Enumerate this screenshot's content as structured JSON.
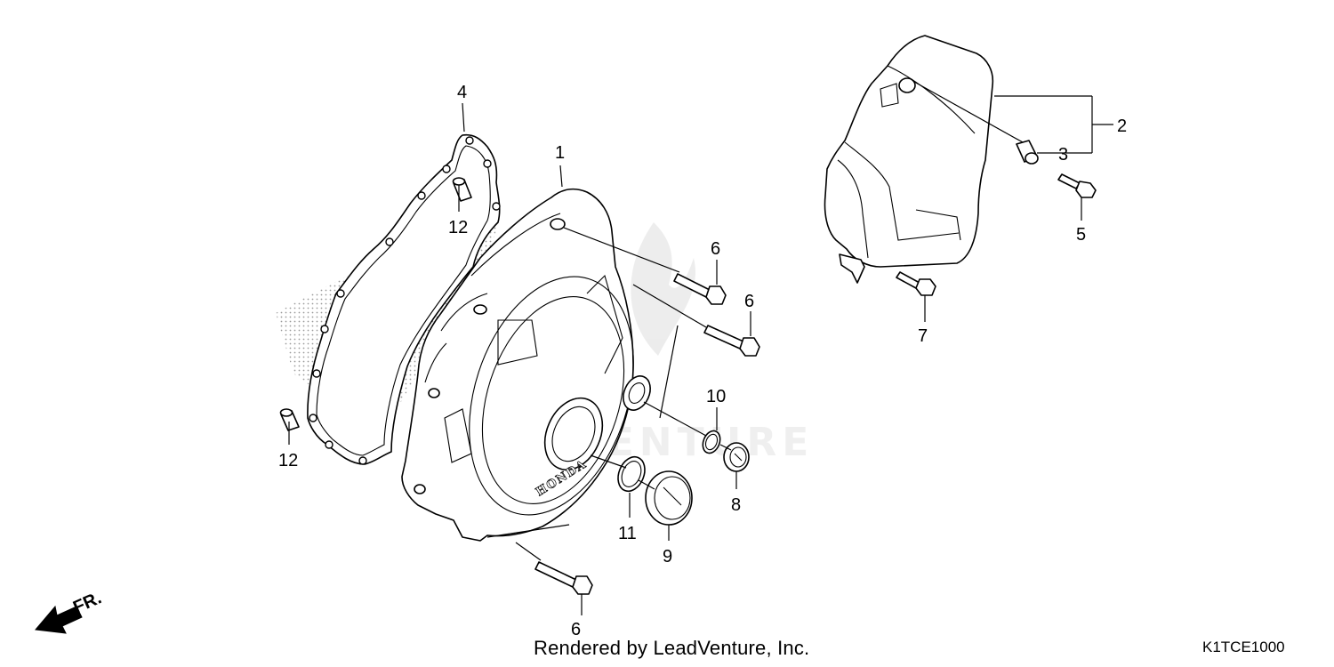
{
  "callouts": {
    "c1": "1",
    "c2": "2",
    "c3": "3",
    "c4": "4",
    "c5": "5",
    "c6a": "6",
    "c6b": "6",
    "c6c": "6",
    "c7": "7",
    "c8": "8",
    "c9": "9",
    "c10": "10",
    "c11": "11",
    "c12a": "12",
    "c12b": "12"
  },
  "front_arrow_label": "FR.",
  "cover_brand": "HONDA",
  "watermark": "LEADVENTURE",
  "footer": {
    "credit": "Rendered by LeadVenture, Inc.",
    "diagram_code": "K1TCE1000"
  }
}
